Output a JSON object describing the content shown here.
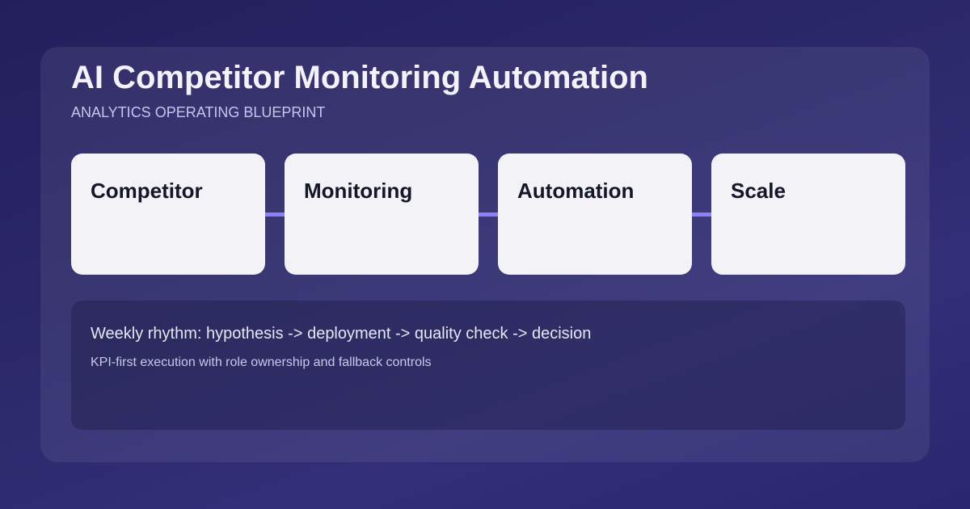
{
  "header": {
    "title": "AI Competitor Monitoring Automation",
    "subtitle": "ANALYTICS OPERATING BLUEPRINT"
  },
  "steps": [
    {
      "label": "Competitor"
    },
    {
      "label": "Monitoring"
    },
    {
      "label": "Automation"
    },
    {
      "label": "Scale"
    }
  ],
  "rhythm": {
    "headline": "Weekly rhythm: hypothesis -> deployment -> quality check -> decision",
    "detail": "KPI-first execution with role ownership and fallback controls"
  },
  "colors": {
    "card_background": "#f3f3f7",
    "connector": "#8f7dfc",
    "title_text": "#f3f2fa",
    "subtitle_text": "#c7c5ef"
  }
}
